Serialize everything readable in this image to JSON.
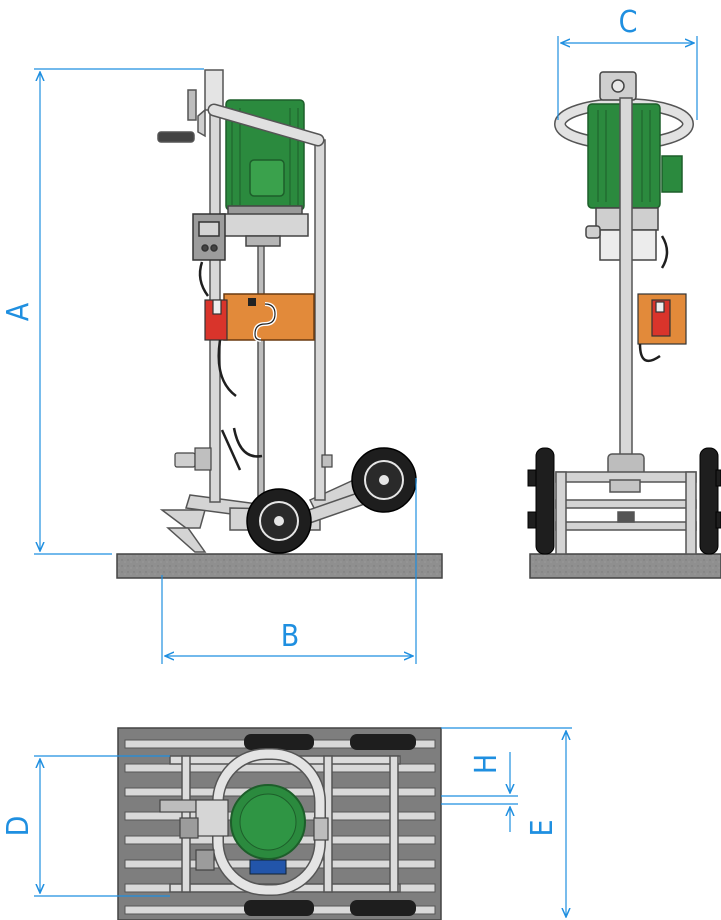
{
  "diagram": {
    "colors": {
      "dimension": "#1f8fe0",
      "ground": "#8f8f8f",
      "frame": "#d4d4d4",
      "frame_edge": "#555555",
      "motor": "#2b8a3e",
      "motor_dark": "#1d5e2a",
      "panel": "#e28a3a",
      "plug_red": "#d9342b",
      "wheel": "#1e1e1e",
      "hub": "#e6e6e6",
      "pallet": "#7e7e7e"
    },
    "dimensions": {
      "height_label": "A",
      "base_length_label": "B",
      "width_label": "C",
      "top_depth_label": "D",
      "top_overall_label": "E",
      "slat_gap_label": "H"
    }
  }
}
